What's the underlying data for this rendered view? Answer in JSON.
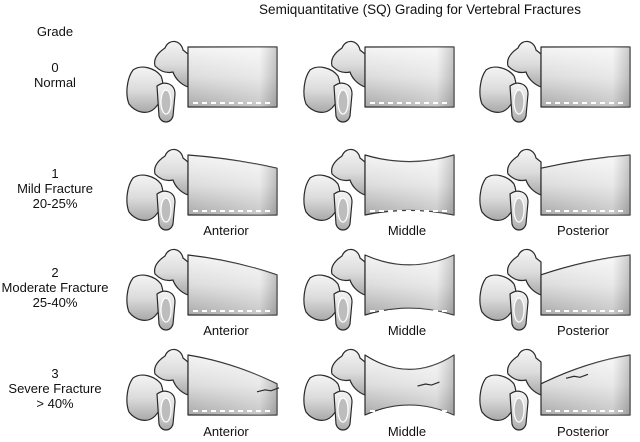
{
  "title": "Semiquantitative (SQ) Grading for Vertebral Fractures",
  "grade_header": "Grade",
  "column_labels": [
    "Anterior",
    "Middle",
    "Posterior"
  ],
  "rows": [
    {
      "grade": "0",
      "label": "Normal",
      "range": "",
      "height_reduction": 0,
      "show_columns": false
    },
    {
      "grade": "1",
      "label": "Mild Fracture",
      "range": "20-25%",
      "height_reduction": 0.22,
      "show_columns": true
    },
    {
      "grade": "2",
      "label": "Moderate Fracture",
      "range": "25-40%",
      "height_reduction": 0.33,
      "show_columns": true
    },
    {
      "grade": "3",
      "label": "Severe Fracture",
      "range": "> 40%",
      "height_reduction": 0.48,
      "show_columns": true
    }
  ],
  "colors": {
    "bone_light": "#f4f4f4",
    "bone_dark": "#a9a9a9",
    "outline": "#2a2a2a"
  }
}
